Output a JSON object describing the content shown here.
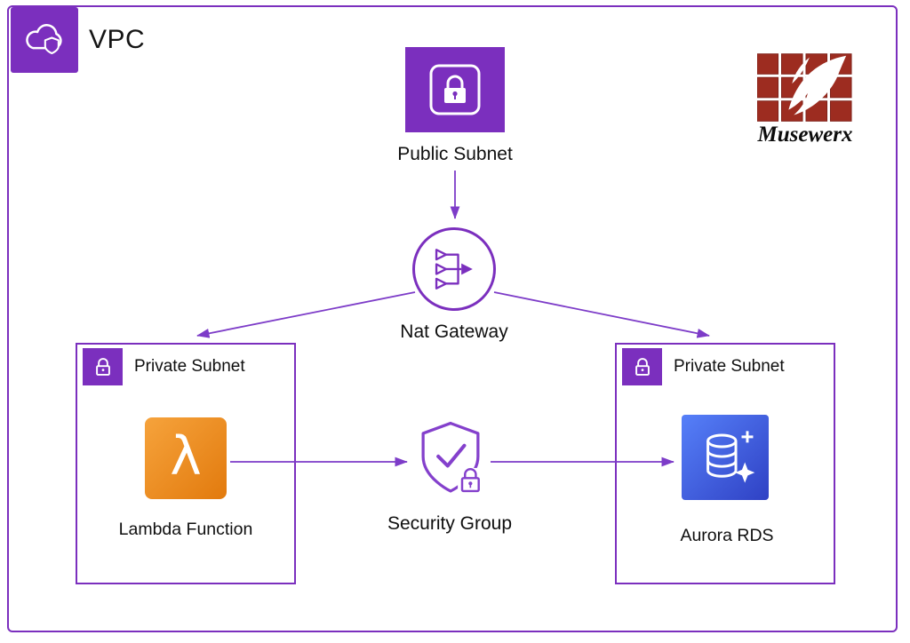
{
  "vpc": {
    "label": "VPC"
  },
  "brand": {
    "name": "Musewerx"
  },
  "nodes": {
    "public_subnet": {
      "label": "Public Subnet"
    },
    "nat_gateway": {
      "label": "Nat Gateway"
    },
    "private_subnet_left": {
      "label": "Private Subnet"
    },
    "private_subnet_right": {
      "label": "Private Subnet"
    },
    "lambda": {
      "label": "Lambda Function"
    },
    "security_group": {
      "label": "Security Group"
    },
    "aurora": {
      "label": "Aurora RDS"
    }
  },
  "edges": [
    {
      "from": "Public Subnet",
      "to": "Nat Gateway"
    },
    {
      "from": "Nat Gateway",
      "to": "Private Subnet (Lambda Function)"
    },
    {
      "from": "Nat Gateway",
      "to": "Private Subnet (Aurora RDS)"
    },
    {
      "from": "Lambda Function",
      "to": "Security Group"
    },
    {
      "from": "Security Group",
      "to": "Aurora RDS"
    }
  ],
  "colors": {
    "purple": "#7b2fbe",
    "arrow": "#7d3cc8",
    "lambda_orange_start": "#f6a33c",
    "lambda_orange_end": "#e27a0d",
    "aurora_blue_start": "#5680f9",
    "aurora_blue_end": "#2f41c4",
    "brand_red": "#9d2c20",
    "text": "#0f0f0f"
  }
}
